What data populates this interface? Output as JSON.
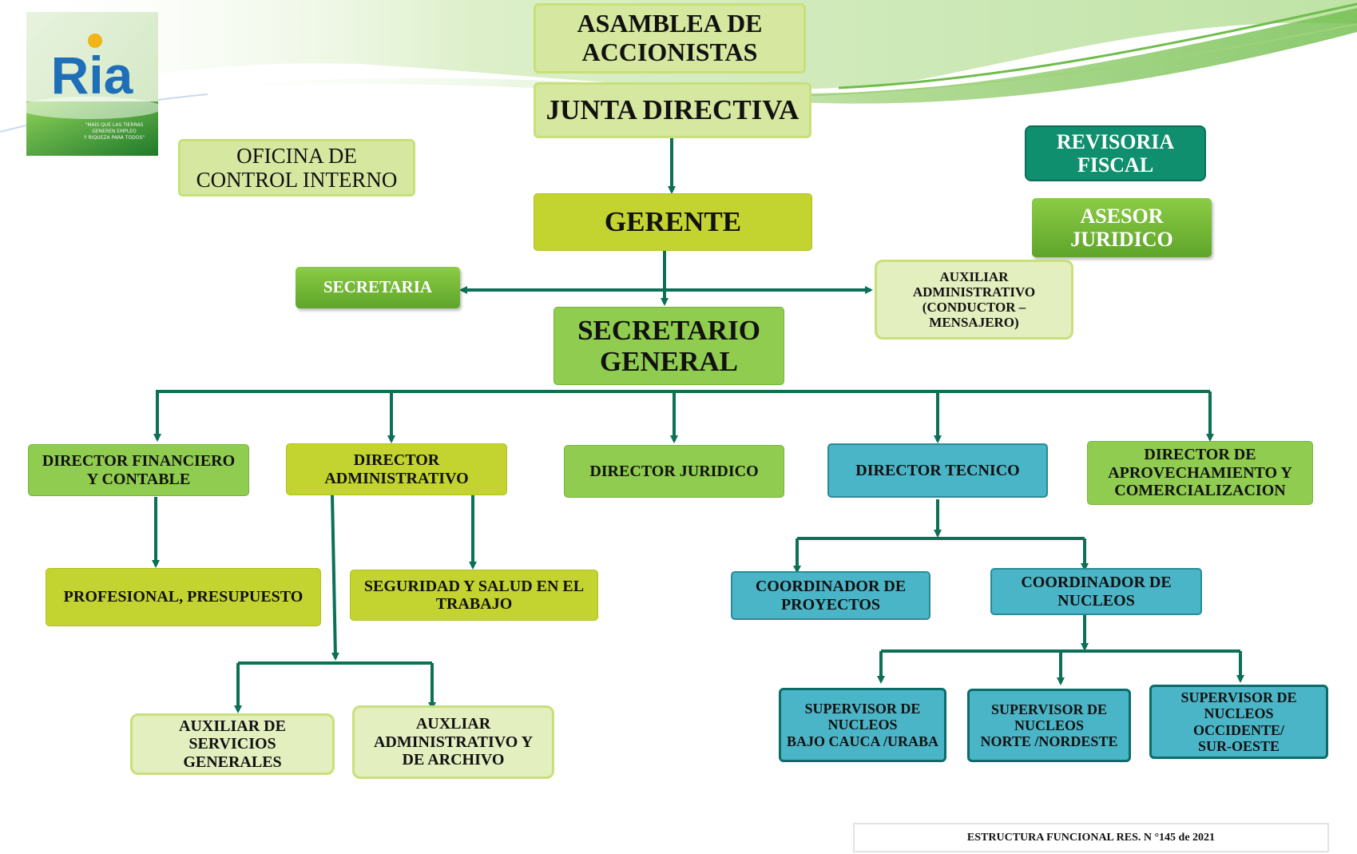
{
  "logo": {
    "letters": "Ria",
    "tagline": "\"MAÍS QUE LAS TIERRAS\nGENEREN EMPLEO\nY RIQUEZA PARA TODOS\""
  },
  "boxes": {
    "asamblea": "ASAMBLEA DE\nACCIONISTAS",
    "junta": "JUNTA DIRECTIVA",
    "control_interno": "OFICINA DE\nCONTROL INTERNO",
    "revisoria": "REVISORIA\nFISCAL",
    "asesor": "ASESOR\nJURIDICO",
    "gerente": "GERENTE",
    "secretaria": "SECRETARIA",
    "auxiliar_admin": "AUXILIAR\nADMINISTRATIVO\n(CONDUCTOR –\nMENSAJERO)",
    "secretario_general": "SECRETARIO\nGENERAL",
    "dir_financiero": "DIRECTOR FINANCIERO\nY CONTABLE",
    "dir_administrativo": "DIRECTOR\nADMINISTRATIVO",
    "dir_juridico": "DIRECTOR JURIDICO",
    "dir_tecnico": "DIRECTOR TECNICO",
    "dir_aprovechamiento": "DIRECTOR DE\nAPROVECHAMIENTO Y\nCOMERCIALIZACION",
    "profesional": "PROFESIONAL, PRESUPUESTO",
    "seguridad": "SEGURIDAD Y SALUD EN EL\nTRABAJO",
    "coord_proyectos": "COORDINADOR DE\nPROYECTOS",
    "coord_nucleos": "COORDINADOR DE\nNUCLEOS",
    "aux_servicios": "AUXILIAR DE\nSERVICIOS\nGENERALES",
    "aux_archivo": "AUXLIAR\nADMINISTRATIVO Y\nDE ARCHIVO",
    "sup_bajo_cauca": "SUPERVISOR DE\nNUCLEOS\nBAJO CAUCA /URABA",
    "sup_norte": "SUPERVISOR DE\nNUCLEOS\nNORTE /NORDESTE",
    "sup_occidente": "SUPERVISOR DE\nNUCLEOS\nOCCIDENTE/\nSUR-OESTE"
  },
  "footer": "ESTRUCTURA FUNCIONAL RES. N °145 de 2021",
  "colors": {
    "connector": "#0b7055",
    "light_green": "#d6e8a0",
    "lime": "#c3d32f",
    "green": "#8fcc4f",
    "teal": "#0f8f6e",
    "cyan": "#4ab5c7"
  }
}
